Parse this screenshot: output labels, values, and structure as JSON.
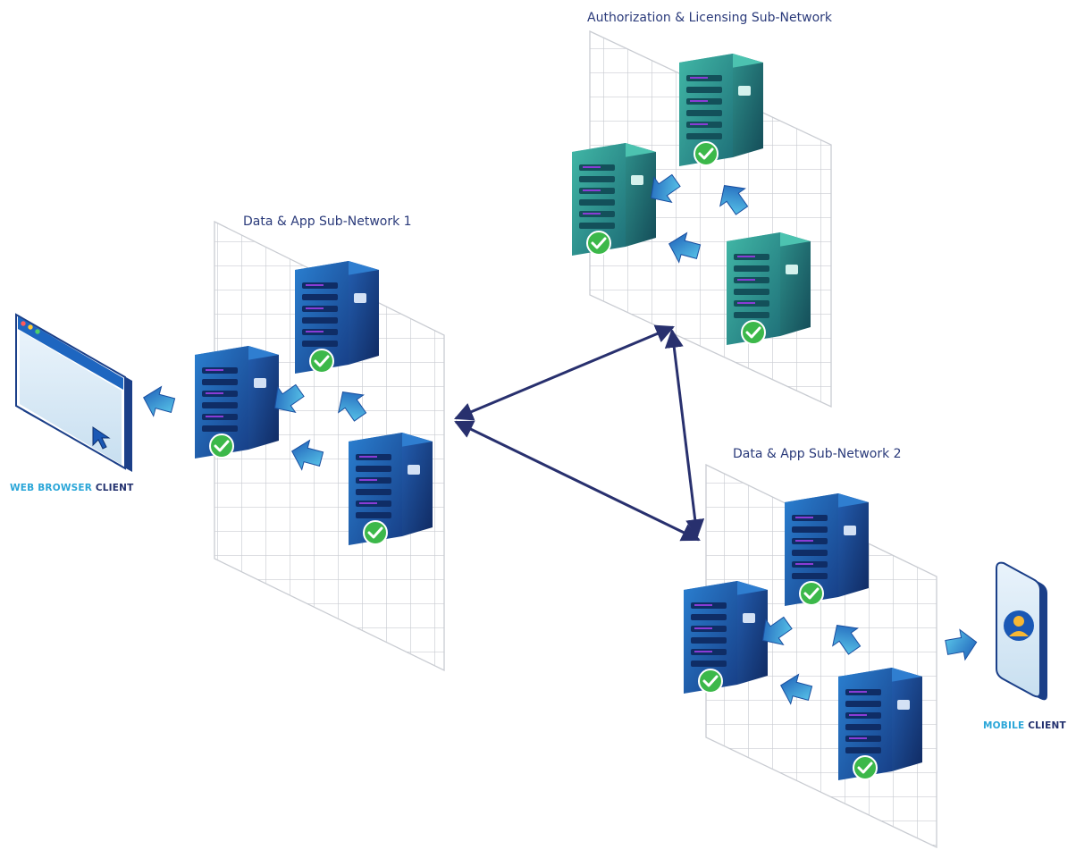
{
  "networks": {
    "auth": {
      "title": "Authorization & Licensing Sub-Network"
    },
    "net1": {
      "title": "Data & App Sub-Network 1"
    },
    "net2": {
      "title": "Data & App Sub-Network 2"
    }
  },
  "clients": {
    "web": {
      "keyword": "WEB BROWSER",
      "suffix": "CLIENT",
      "icon": "browser-window-icon"
    },
    "mobile": {
      "keyword": "MOBILE",
      "suffix": "CLIENT",
      "icon": "smartphone-icon"
    }
  },
  "colors": {
    "grid": "#c9ccd2",
    "blue_server": "#1f5fae",
    "teal_server": "#2a9d8f",
    "link": "#28306e",
    "check": "#3cb84a",
    "client_keyword": "#2aa6d8",
    "client_text": "#22306e"
  }
}
